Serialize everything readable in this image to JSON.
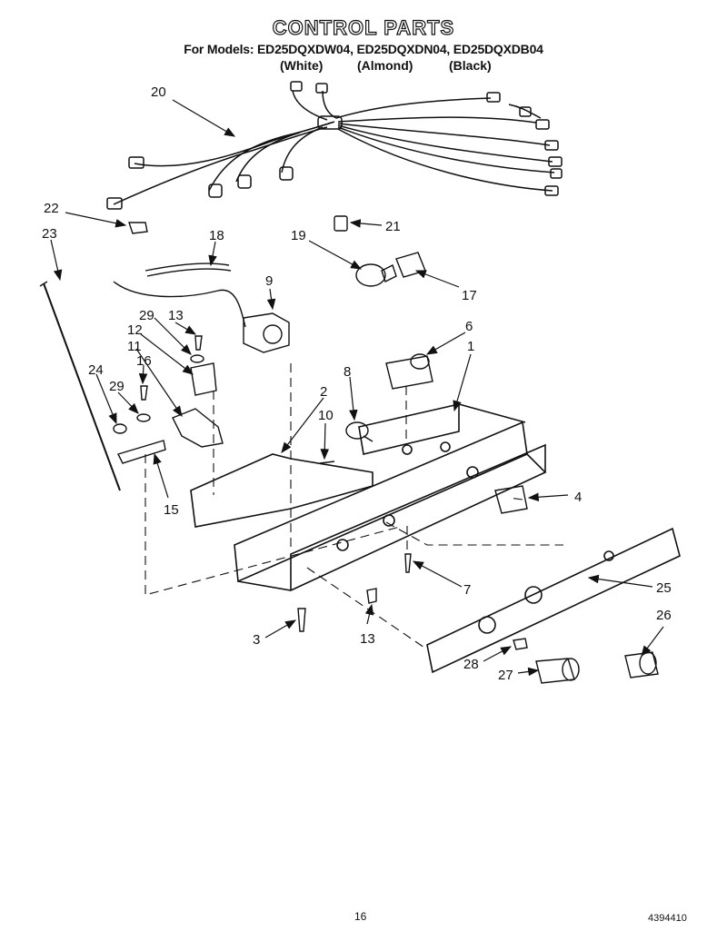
{
  "header": {
    "title": "CONTROL PARTS",
    "models": "For Models: ED25DQXDW04, ED25DQXDN04, ED25DQXDB04",
    "finishes": [
      "(White)",
      "(Almond)",
      "(Black)"
    ]
  },
  "callouts": [
    {
      "id": "c20",
      "label": "20"
    },
    {
      "id": "c22",
      "label": "22"
    },
    {
      "id": "c21",
      "label": "21"
    },
    {
      "id": "c23",
      "label": "23"
    },
    {
      "id": "c18",
      "label": "18"
    },
    {
      "id": "c19",
      "label": "19"
    },
    {
      "id": "c17",
      "label": "17"
    },
    {
      "id": "c9",
      "label": "9"
    },
    {
      "id": "c29a",
      "label": "29"
    },
    {
      "id": "c13a",
      "label": "13"
    },
    {
      "id": "c12",
      "label": "12"
    },
    {
      "id": "c11",
      "label": "11"
    },
    {
      "id": "c6",
      "label": "6"
    },
    {
      "id": "c1",
      "label": "1"
    },
    {
      "id": "c16",
      "label": "16"
    },
    {
      "id": "c24",
      "label": "24"
    },
    {
      "id": "c29b",
      "label": "29"
    },
    {
      "id": "c8",
      "label": "8"
    },
    {
      "id": "c2",
      "label": "2"
    },
    {
      "id": "c10",
      "label": "10"
    },
    {
      "id": "c15",
      "label": "15"
    },
    {
      "id": "c4",
      "label": "4"
    },
    {
      "id": "c7",
      "label": "7"
    },
    {
      "id": "c25",
      "label": "25"
    },
    {
      "id": "c26",
      "label": "26"
    },
    {
      "id": "c3",
      "label": "3"
    },
    {
      "id": "c13b",
      "label": "13"
    },
    {
      "id": "c28",
      "label": "28"
    },
    {
      "id": "c27",
      "label": "27"
    }
  ],
  "footer": {
    "page_number": "16",
    "doc_code": "4394410"
  }
}
